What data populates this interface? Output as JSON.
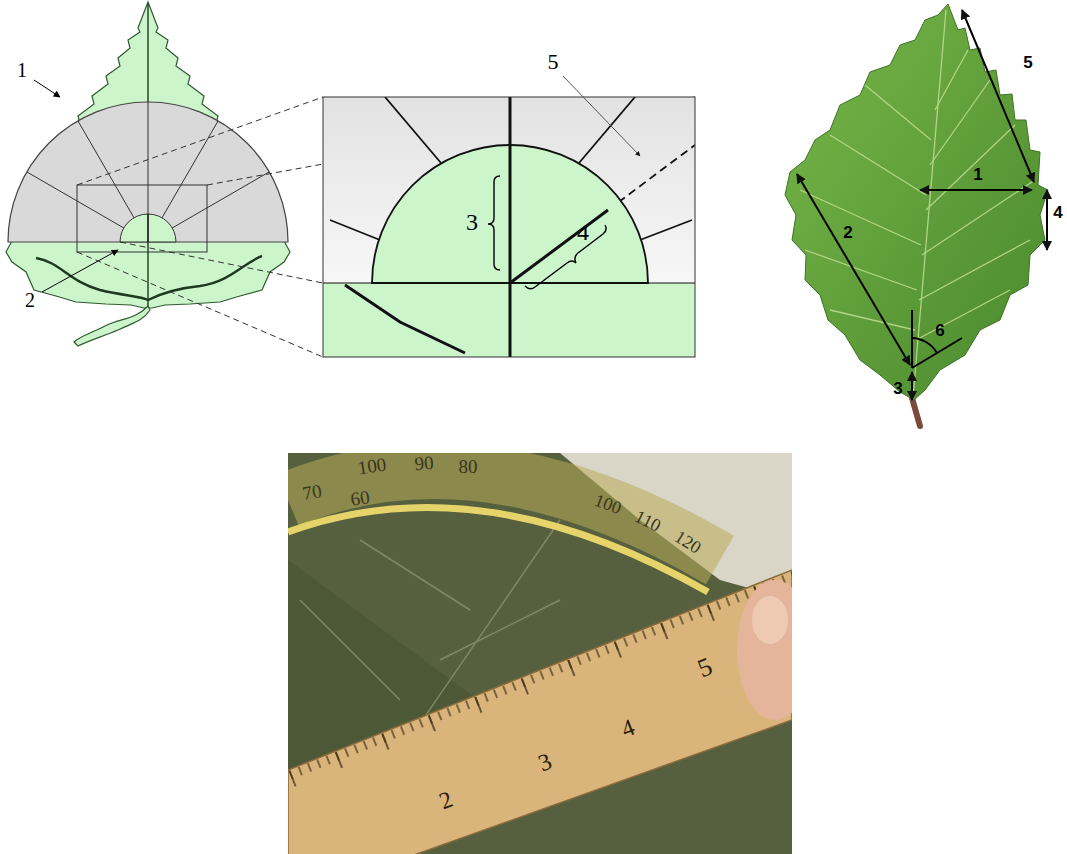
{
  "diagram": {
    "labels": [
      "1",
      "2",
      "3",
      "4",
      "5",
      "5",
      "1",
      "2",
      "4",
      "6",
      "3",
      "100",
      "90",
      "80",
      "70",
      "60",
      "100",
      "110",
      "120",
      "2",
      "3",
      "4",
      "5"
    ]
  }
}
